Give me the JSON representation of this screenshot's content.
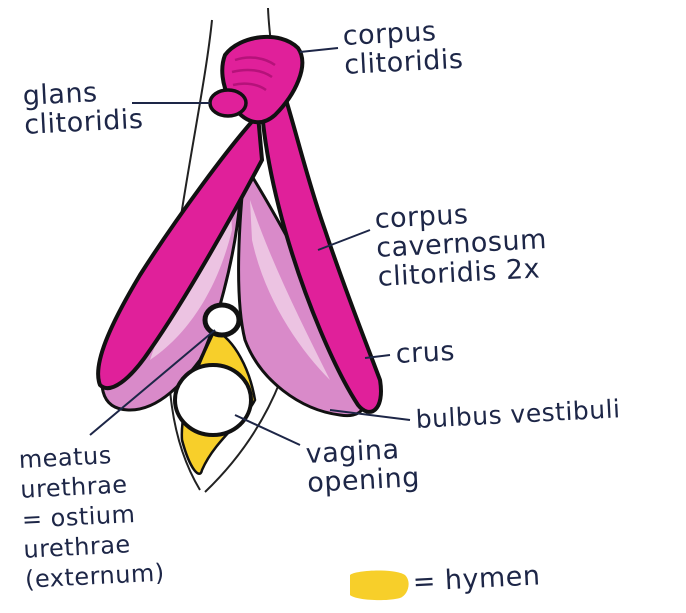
{
  "labels": {
    "corpus_clitoridis": [
      "corpus",
      "clitoridis"
    ],
    "glans_clitoridis": [
      "glans",
      "clitoridis"
    ],
    "corpus_cavernosum": [
      "corpus",
      "cavernosum",
      "clitoridis 2x"
    ],
    "crus": "crus",
    "bulbus_vestibuli": "bulbus vestibuli",
    "meatus_urethrae": [
      "meatus",
      "urethrae",
      "= ostium",
      "urethrae",
      "(externum)"
    ],
    "vagina_opening": [
      "vagina",
      "opening"
    ]
  },
  "legend": {
    "hymen_label": "= hymen",
    "hymen_color": "#f7cf2a"
  },
  "colors": {
    "ink": "#1d2647",
    "outline": "#111111",
    "magenta": "#e0209a",
    "magenta_dark": "#b5127a",
    "bulb_pink": "#d98ac9",
    "bulb_light": "#ecc3e2",
    "hymen": "#f7cf2a"
  }
}
